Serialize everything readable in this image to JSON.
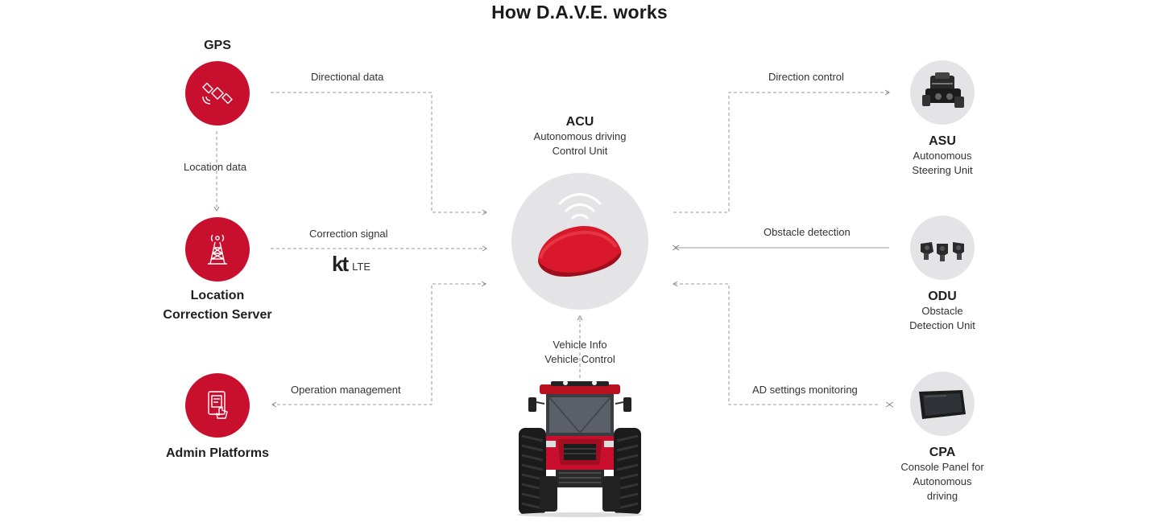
{
  "title": "How D.A.V.E. works",
  "left": {
    "gps": {
      "label": "GPS",
      "icon": "satellite-icon"
    },
    "server": {
      "label_line1": "Location",
      "label_line2": "Correction Server",
      "icon": "antenna-tower-icon"
    },
    "admin": {
      "label": "Admin Platforms",
      "icon": "tablet-touch-icon"
    }
  },
  "center": {
    "acu": {
      "title": "ACU",
      "sub_line1": "Autonomous driving",
      "sub_line2": "Control Unit"
    },
    "vehicle_info": "Vehicle Info",
    "vehicle_control": "Vehicle Control"
  },
  "right": {
    "asu": {
      "title": "ASU",
      "sub_line1": "Autonomous",
      "sub_line2": "Steering Unit"
    },
    "odu": {
      "title": "ODU",
      "sub_line1": "Obstacle",
      "sub_line2": "Detection Unit"
    },
    "cpa": {
      "title": "CPA",
      "sub_line1": "Console Panel for",
      "sub_line2": "Autonomous",
      "sub_line3": "driving"
    }
  },
  "flows": {
    "directional_data": "Directional data",
    "location_data": "Location data",
    "correction_signal": "Correction signal",
    "operation_management": "Operation management",
    "direction_control": "Direction control",
    "obstacle_detection": "Obstacle detection",
    "ad_settings_monitoring": "AD settings monitoring"
  },
  "kt": {
    "logo": "kt",
    "lte": "LTE"
  },
  "colors": {
    "brand_red": "#c8102e",
    "grey_circle": "#e4e4e6",
    "line": "#999999"
  }
}
